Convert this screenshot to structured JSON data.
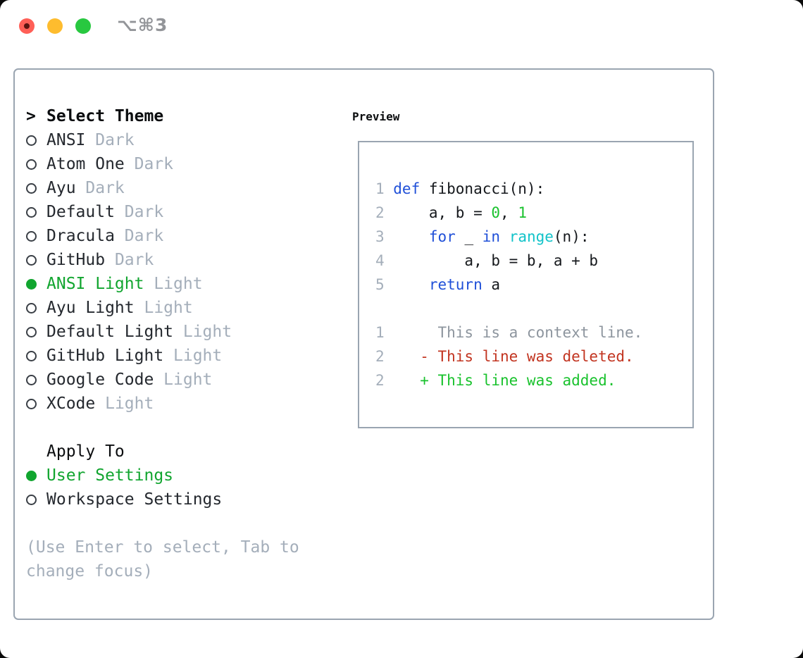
{
  "colors": {
    "traffic_red": "#ff5f57",
    "traffic_red_dot": "#5c1410",
    "traffic_yellow": "#febc2e",
    "traffic_green": "#28c840",
    "shortcut_gray": "#939599",
    "border": "#9aa5b1",
    "title": "#0b0d0f",
    "item_fg": "#24282e",
    "muted": "#a4aeba",
    "radio_outline": "#3a3f46",
    "selected_green": "#11a52f",
    "code_fg": "#15181c",
    "keyword": "#2050d8",
    "function_name": "#12c3c9",
    "number_literal": "#19c22d",
    "line_number": "#a4aeba",
    "context": "#8d959e",
    "deleted": "#c23420",
    "added": "#19c22d"
  },
  "titlebar": {
    "shortcut_label": "⌥⌘3"
  },
  "theme_selector": {
    "prompt": ">",
    "title": "Select Theme",
    "themes": [
      {
        "name": "ANSI",
        "tag": "Dark",
        "selected": false
      },
      {
        "name": "Atom One",
        "tag": "Dark",
        "selected": false
      },
      {
        "name": "Ayu",
        "tag": "Dark",
        "selected": false
      },
      {
        "name": "Default",
        "tag": "Dark",
        "selected": false
      },
      {
        "name": "Dracula",
        "tag": "Dark",
        "selected": false
      },
      {
        "name": "GitHub",
        "tag": "Dark",
        "selected": false
      },
      {
        "name": "ANSI Light",
        "tag": "Light",
        "selected": true
      },
      {
        "name": "Ayu Light",
        "tag": "Light",
        "selected": false
      },
      {
        "name": "Default Light",
        "tag": "Light",
        "selected": false
      },
      {
        "name": "GitHub Light",
        "tag": "Light",
        "selected": false
      },
      {
        "name": "Google Code",
        "tag": "Light",
        "selected": false
      },
      {
        "name": "XCode",
        "tag": "Light",
        "selected": false
      }
    ],
    "apply_to": {
      "title": "Apply To",
      "options": [
        {
          "name": "User Settings",
          "selected": true
        },
        {
          "name": "Workspace Settings",
          "selected": false
        }
      ]
    },
    "help_text": "(Use Enter to select, Tab to change focus)"
  },
  "preview": {
    "title": "Preview",
    "code_lines": [
      {
        "number": "1",
        "tokens": [
          {
            "t": "def",
            "c": "kw"
          },
          {
            "t": " fibonacci(n):",
            "c": "fg"
          }
        ]
      },
      {
        "number": "2",
        "tokens": [
          {
            "t": "    a, b = ",
            "c": "fg"
          },
          {
            "t": "0",
            "c": "num"
          },
          {
            "t": ", ",
            "c": "fg"
          },
          {
            "t": "1",
            "c": "num"
          }
        ]
      },
      {
        "number": "3",
        "tokens": [
          {
            "t": "    ",
            "c": "fg"
          },
          {
            "t": "for",
            "c": "kw"
          },
          {
            "t": " _ ",
            "c": "fg"
          },
          {
            "t": "in",
            "c": "kw"
          },
          {
            "t": " ",
            "c": "fg"
          },
          {
            "t": "range",
            "c": "fn"
          },
          {
            "t": "(n):",
            "c": "fg"
          }
        ]
      },
      {
        "number": "4",
        "tokens": [
          {
            "t": "        a, b = b, a + b",
            "c": "fg"
          }
        ]
      },
      {
        "number": "5",
        "tokens": [
          {
            "t": "    ",
            "c": "fg"
          },
          {
            "t": "return",
            "c": "kw"
          },
          {
            "t": " a",
            "c": "fg"
          }
        ]
      },
      {
        "number": "",
        "tokens": []
      },
      {
        "number": "1",
        "tokens": [
          {
            "t": "     This is a context line.",
            "c": "ctx"
          }
        ]
      },
      {
        "number": "2",
        "tokens": [
          {
            "t": "   - This line was deleted.",
            "c": "del"
          }
        ]
      },
      {
        "number": "2",
        "tokens": [
          {
            "t": "   + This line was added.",
            "c": "add"
          }
        ]
      }
    ]
  }
}
